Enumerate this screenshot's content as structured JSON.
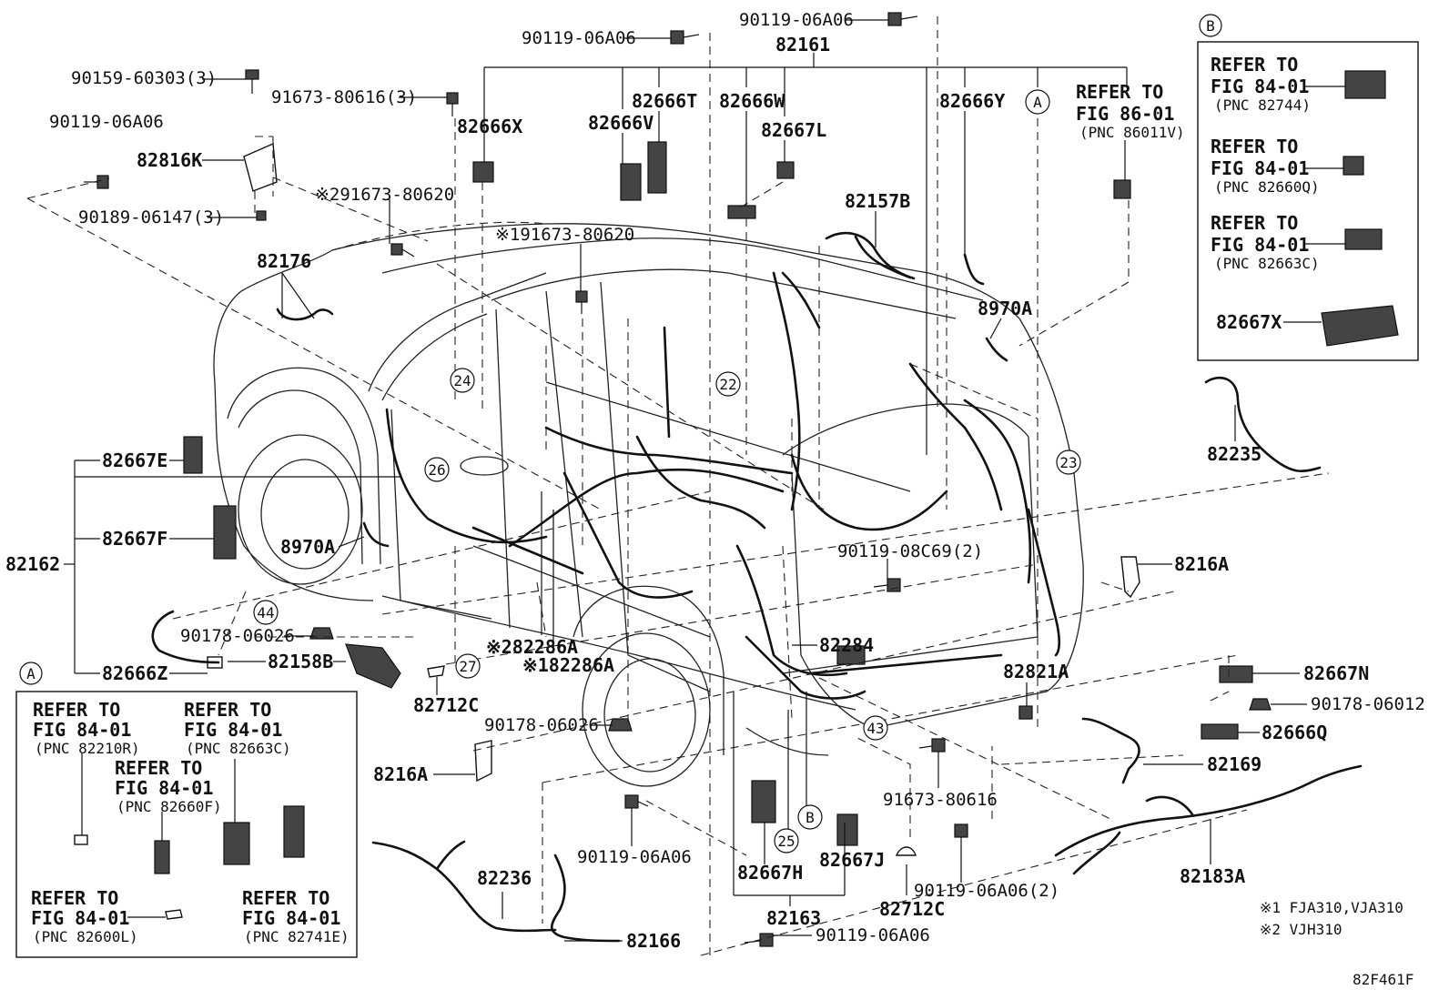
{
  "labels": {
    "p1": "90159-60303(3)",
    "p2": "90119-06A06",
    "p3": "82816K",
    "p4": "90189-06147(3)",
    "p5": "91673-80616(3)",
    "p6": "※291673-80620",
    "p7": "※191673-80620",
    "p8": "82176",
    "p9": "90119-06A06",
    "p10": "90119-06A06",
    "p11": "82161",
    "p12": "82666X",
    "p13": "82666V",
    "p14": "82666T",
    "p15": "82666W",
    "p16": "82667L",
    "p17": "82666Y",
    "p18": "82157B",
    "p19": "8970A",
    "p20": "82667E",
    "p21": "82667F",
    "p22": "82162",
    "p23": "8970A",
    "p24": "90178-06026",
    "p25": "82158B",
    "p26": "82666Z",
    "p27": "※282286A",
    "p28": "※182286A",
    "p29": "82712C",
    "p30": "90178-06026",
    "p31": "8216A",
    "p32": "90119-08C69(2)",
    "p33": "82284",
    "p34": "8216A",
    "p35": "82235",
    "p36": "82821A",
    "p37": "82667N",
    "p38": "90178-06012",
    "p39": "82666Q",
    "p40": "82169",
    "p41": "91673-80616",
    "p42": "90119-06A06",
    "p43": "82667H",
    "p44": "82667J",
    "p45": "82163",
    "p46": "82712C",
    "p47": "90119-06A06(2)",
    "p48": "82183A",
    "p49": "82236",
    "p50": "82166",
    "p51": "90119-06A06"
  },
  "refer_top": {
    "line1": "REFER TO",
    "line2": "FIG 86-01",
    "line3": "(PNC 86011V)"
  },
  "inset_b": {
    "tag": "B",
    "refer1": {
      "line1": "REFER TO",
      "line2": "FIG 84-01",
      "line3": "(PNC 82744)"
    },
    "refer2": {
      "line1": "REFER TO",
      "line2": "FIG 84-01",
      "line3": "(PNC 82660Q)"
    },
    "refer3": {
      "line1": "REFER TO",
      "line2": "FIG 84-01",
      "line3": "(PNC 82663C)"
    },
    "part": "82667X"
  },
  "inset_a": {
    "tag": "A",
    "refer1": {
      "line1": "REFER TO",
      "line2": "FIG 84-01",
      "line3": "(PNC 82210R)"
    },
    "refer2": {
      "line1": "REFER TO",
      "line2": "FIG 84-01",
      "line3": "(PNC 82663C)"
    },
    "refer3": {
      "line1": "REFER TO",
      "line2": "FIG 84-01",
      "line3": "(PNC 82660F)"
    },
    "refer4": {
      "line1": "REFER TO",
      "line2": "FIG 84-01",
      "line3": "(PNC 82600L)"
    },
    "refer5": {
      "line1": "REFER TO",
      "line2": "FIG 84-01",
      "line3": "(PNC 82741E)"
    }
  },
  "circles": {
    "c22": "22",
    "c23": "23",
    "c24": "24",
    "c25": "25",
    "c26": "26",
    "c27": "27",
    "c43": "43",
    "c44": "44",
    "cA": "A",
    "cB": "B"
  },
  "notes": {
    "note1": "※1 FJA310,VJA310",
    "note2": "※2 VJH310"
  },
  "figure_code": "82F461F"
}
